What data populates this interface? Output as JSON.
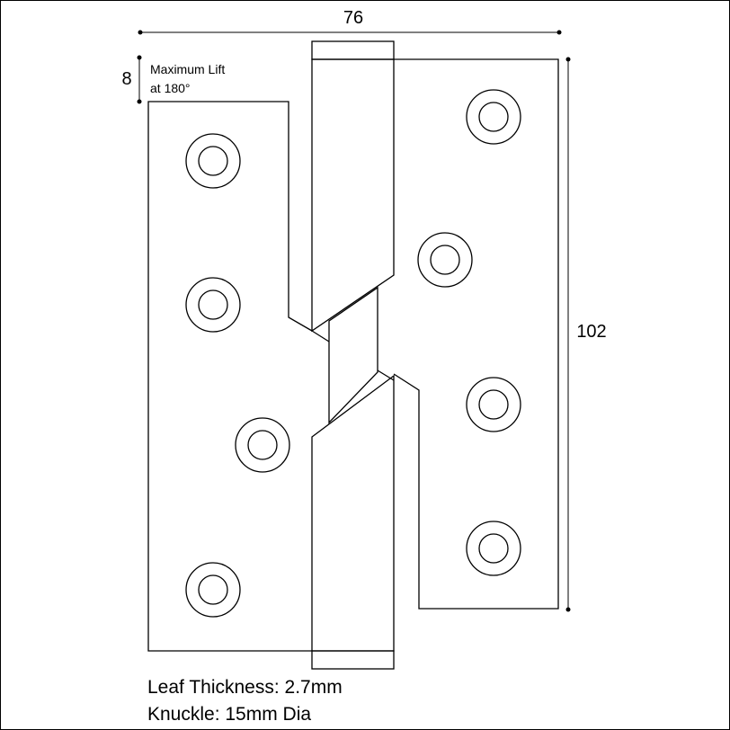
{
  "dimensions": {
    "width_label": "76",
    "height_label": "102",
    "lift_label": "8"
  },
  "lift_note": {
    "line1": "Maximum Lift",
    "line2": "at 180°"
  },
  "specs": {
    "leaf_thickness": "Leaf Thickness: 2.7mm",
    "knuckle": "Knuckle: 15mm Dia"
  },
  "colors": {
    "stroke": "#000000",
    "background": "#ffffff"
  }
}
